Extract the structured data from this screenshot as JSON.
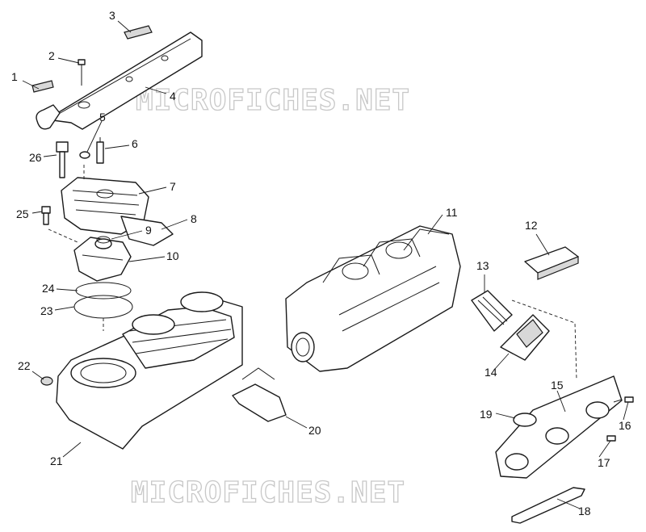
{
  "watermark": {
    "top": "MICROFICHES.NET",
    "bottom": "MICROFICHES.NET",
    "color": "#c8c8c8"
  },
  "callouts": [
    {
      "id": "1",
      "label": "1"
    },
    {
      "id": "2",
      "label": "2"
    },
    {
      "id": "3",
      "label": "3"
    },
    {
      "id": "4",
      "label": "4"
    },
    {
      "id": "5",
      "label": "5"
    },
    {
      "id": "6",
      "label": "6"
    },
    {
      "id": "7",
      "label": "7"
    },
    {
      "id": "8",
      "label": "8"
    },
    {
      "id": "9",
      "label": "9"
    },
    {
      "id": "10",
      "label": "10"
    },
    {
      "id": "11",
      "label": "11"
    },
    {
      "id": "12",
      "label": "12"
    },
    {
      "id": "13",
      "label": "13"
    },
    {
      "id": "14",
      "label": "14"
    },
    {
      "id": "15",
      "label": "15"
    },
    {
      "id": "16",
      "label": "16"
    },
    {
      "id": "17",
      "label": "17"
    },
    {
      "id": "18",
      "label": "18"
    },
    {
      "id": "19",
      "label": "19"
    },
    {
      "id": "20",
      "label": "20"
    },
    {
      "id": "21",
      "label": "21"
    },
    {
      "id": "22",
      "label": "22"
    },
    {
      "id": "23",
      "label": "23"
    },
    {
      "id": "24",
      "label": "24"
    },
    {
      "id": "25",
      "label": "25"
    },
    {
      "id": "26",
      "label": "26"
    }
  ]
}
